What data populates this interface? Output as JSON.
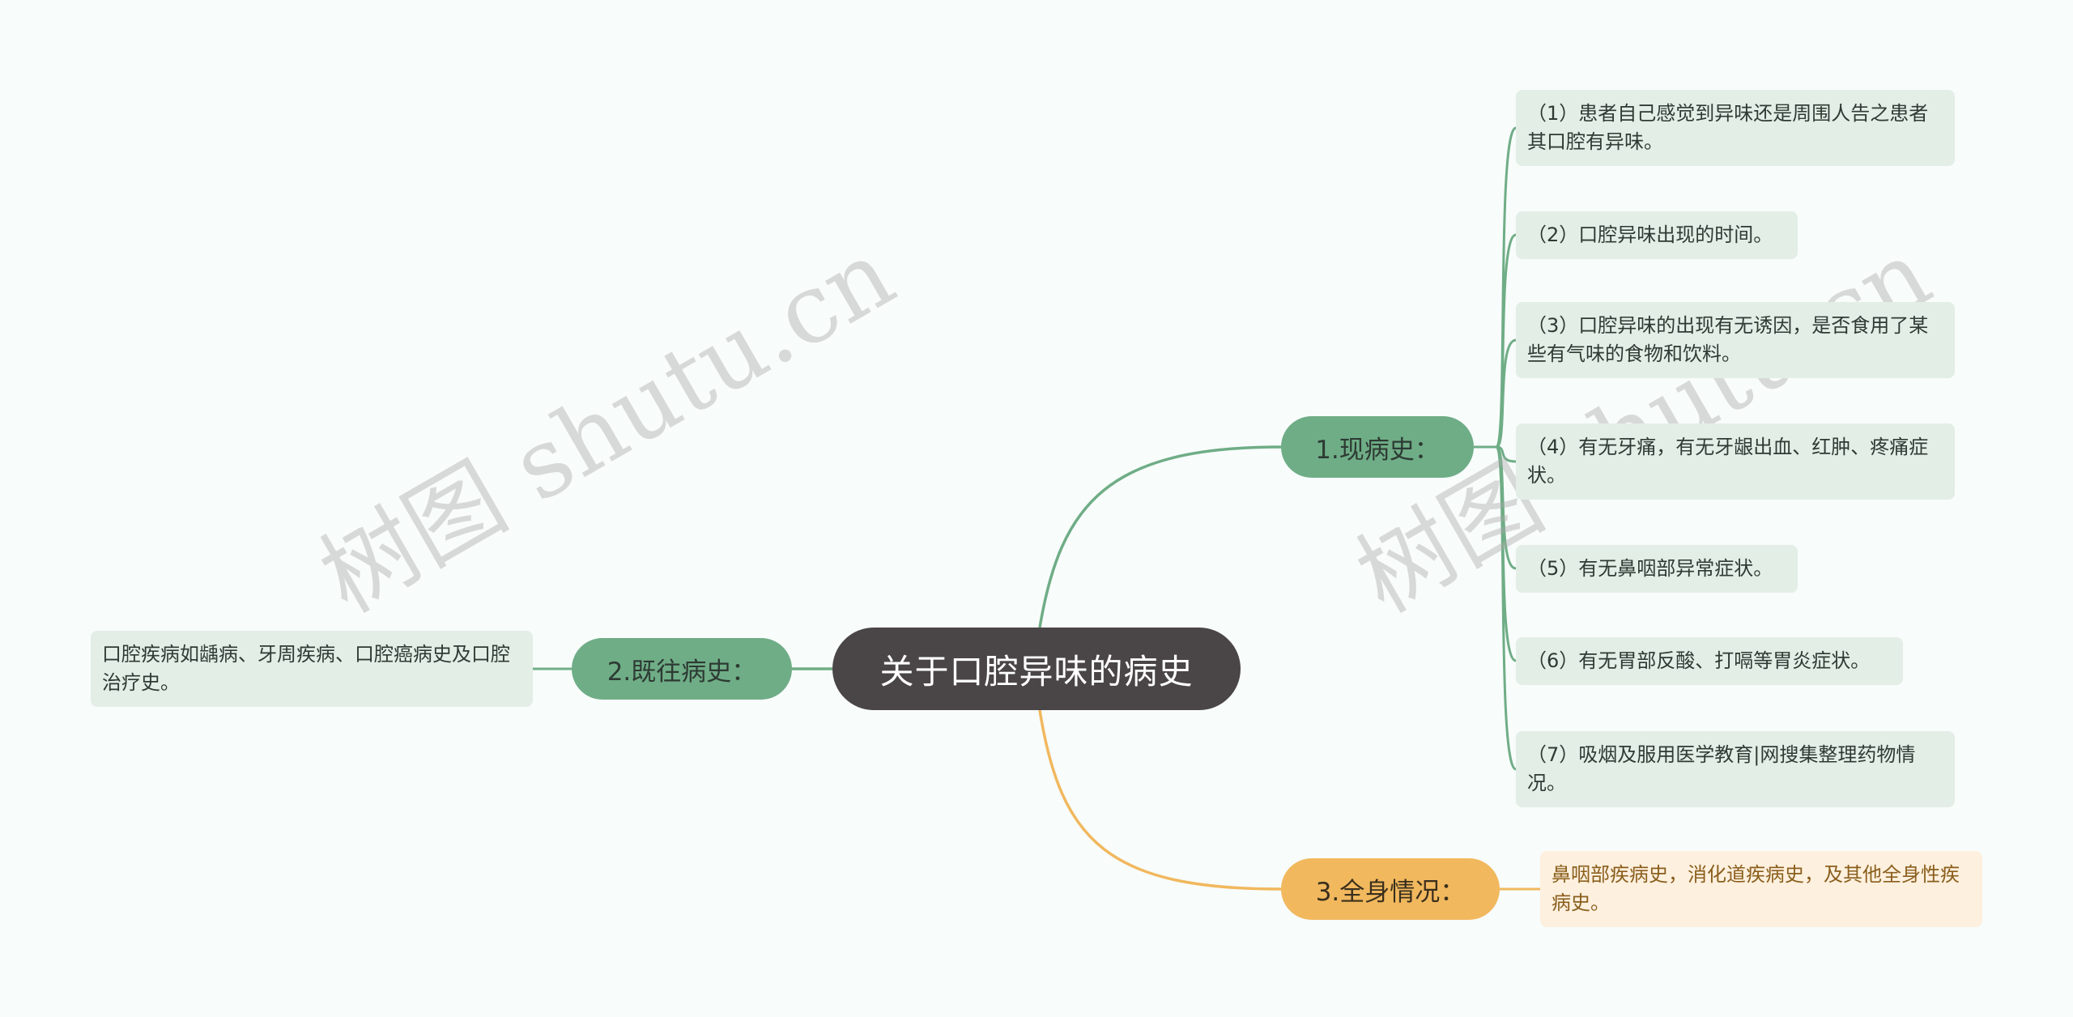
{
  "root": {
    "label": "关于口腔异味的病史"
  },
  "branches": [
    {
      "label": "1.现病史：",
      "color": "#6fad86",
      "items": [
        "（1）患者自己感觉到异味还是周围人告之患者其口腔有异味。",
        "（2）口腔异味出现的时间。",
        "（3）口腔异味的出现有无诱因，是否食用了某些有气味的食物和饮料。",
        "（4）有无牙痛，有无牙龈出血、红肿、疼痛症状。",
        "（5）有无鼻咽部异常症状。",
        "（6）有无胃部反酸、打嗝等胃炎症状。",
        "（7）吸烟及服用医学教育|网搜集整理药物情况。"
      ]
    },
    {
      "label": "2.既往病史：",
      "color": "#6fad86",
      "items": [
        "口腔疾病如龋病、牙周疾病、口腔癌病史及口腔治疗史。"
      ]
    },
    {
      "label": "3.全身情况：",
      "color": "#f1b85e",
      "items": [
        "鼻咽部疾病史，消化道疾病史，及其他全身性疾病史。"
      ]
    }
  ],
  "watermark": "树图 shutu.cn",
  "colors": {
    "root": "#4a4546",
    "green": "#6fad86",
    "orange": "#f1b85e",
    "leaf_green": "#e3eee6",
    "leaf_orange": "#fdf0de"
  }
}
